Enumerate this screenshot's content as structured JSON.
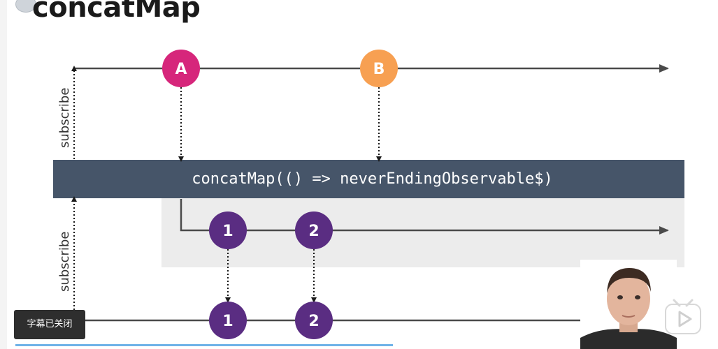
{
  "header": {
    "title": "concatMap"
  },
  "diagram": {
    "operator_text": "concatMap(() => neverEndingObservable$)",
    "subscribe_label_top": "subscribe",
    "subscribe_label_bottom": "subscribe",
    "source_marbles": [
      {
        "label": "A",
        "color": "#d6267b"
      },
      {
        "label": "B",
        "color": "#f7a052"
      }
    ],
    "inner_marbles": [
      {
        "label": "1",
        "color": "#5a2d82"
      },
      {
        "label": "2",
        "color": "#5a2d82"
      }
    ],
    "output_marbles": [
      {
        "label": "1",
        "color": "#5a2d82"
      },
      {
        "label": "2",
        "color": "#5a2d82"
      }
    ],
    "colors": {
      "operator_bar": "#465569",
      "inner_area": "#ececec",
      "line": "#4a4a4a"
    }
  },
  "overlay": {
    "caption_toggle": "字幕已关闭",
    "play_icon": "play-icon",
    "presenter": "presenter-video"
  }
}
